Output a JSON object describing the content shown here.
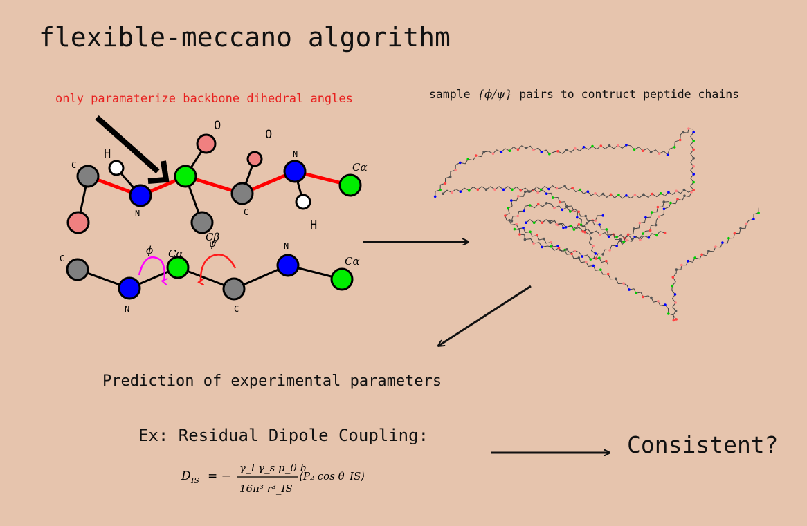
{
  "title": "flexible-meccano algorithm",
  "left_note": "only paramaterize backbone dihedral angles",
  "right_note_prefix": "sample",
  "right_note_math": "{ϕ/ψ}",
  "right_note_suffix": "pairs to contruct peptide chains",
  "prediction_label": "Prediction of experimental parameters",
  "example_label": "Ex: Residual Dipole Coupling:",
  "consistent_label": "Consistent?",
  "atom_labels": {
    "O1": "O",
    "O2": "O",
    "H1": "H",
    "H2": "H",
    "C1": "C",
    "N1": "N",
    "C2": "C",
    "N2": "N",
    "C3": "C",
    "N3": "N",
    "C4": "C",
    "N4": "N",
    "Ca_top": "Cα",
    "Cb": "Cβ",
    "Ca_mid": "Cα",
    "Ca_right": "Cα",
    "phi": "ϕ",
    "psi": "ψ"
  },
  "formula": {
    "lhs": "D",
    "lhs_sub": "IS",
    "eq": "= −",
    "numerator": "γ_I γ_s μ_0 h",
    "denominator": "16π³ r³_IS",
    "bracket": "⟨P₂ cos θ_IS⟩"
  },
  "colors": {
    "background": "#e6c4ad",
    "carbon": "#808080",
    "nitrogen": "#0000ff",
    "calpha": "#00ee00",
    "oxygen": "#f08080",
    "hydrogen": "#ffffff",
    "backbone_highlight": "#ff0000",
    "phi_arrow": "#ff00ff",
    "psi_arrow": "#ff1a1a",
    "note_red": "#e8201f"
  }
}
